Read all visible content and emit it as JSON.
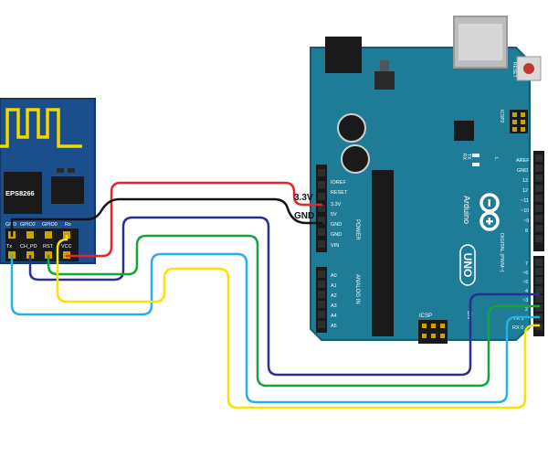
{
  "esp_module": {
    "chip_label": "EPS8266",
    "pins_top": [
      "GND",
      "GPIO2",
      "GPIO0",
      "Rx"
    ],
    "pins_bottom": [
      "Tx",
      "CH_PD",
      "RST",
      "VCC"
    ]
  },
  "arduino": {
    "brand": "Arduino",
    "model": "UNO",
    "reset_label": "RESET",
    "icsp_label": "ICSP2",
    "icsp1_label": "ICSP",
    "tx_label": "TX",
    "rx_label": "RX",
    "l_label": "L",
    "aref_label": "AREF",
    "gnd_label": "GND",
    "power_header_label": "POWER",
    "analog_header_label": "ANALOG IN",
    "digital_header_label": "DIGITAL (PWM~)",
    "on_label": "ON",
    "power_pins": [
      "IOREF",
      "RESET",
      "3.3V",
      "5V",
      "GND",
      "GND",
      "VIN"
    ],
    "analog_pins": [
      "A0",
      "A1",
      "A2",
      "A3",
      "A4",
      "A5"
    ],
    "digital_upper": [
      "13",
      "12",
      "~11",
      "~10",
      "~9",
      "8"
    ],
    "digital_lower": [
      "7",
      "~6",
      "~5",
      "4",
      "~3",
      "2",
      "TX 1",
      "RX 0"
    ]
  },
  "wire_labels": {
    "v33": "3.3V",
    "gnd": "GND"
  },
  "wire_colors": {
    "vcc": "#e8242b",
    "gnd": "#111111",
    "blue": "#2b2f8f",
    "green": "#17a33a",
    "cyan": "#29aee6",
    "yellow": "#f5e400"
  },
  "board_color": "#1f7c96",
  "module_color": "#1b4f8c"
}
